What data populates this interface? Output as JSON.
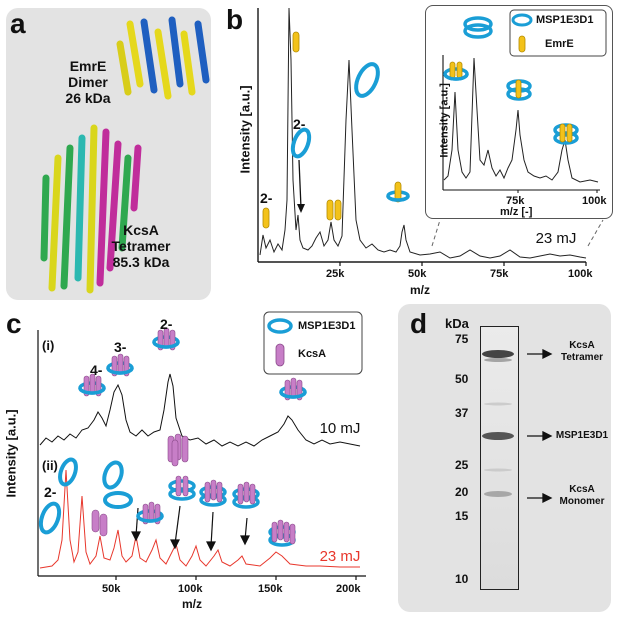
{
  "panel_labels": {
    "a": "a",
    "b": "b",
    "c": "c",
    "d": "d"
  },
  "panel_a": {
    "emre_name": "EmrE",
    "emre_sub": "Dimer",
    "emre_mass": "26 kDa",
    "kcsa_name": "KcsA",
    "kcsa_sub": "Tetramer",
    "kcsa_mass": "85.3 kDa"
  },
  "panel_b": {
    "ylabel": "Intensity [a.u.]",
    "xlabel": "m/z",
    "energy": "23 mJ",
    "ticks": [
      "25k",
      "50k",
      "75k",
      "100k"
    ],
    "peak_labels": [
      "2-",
      "2-"
    ],
    "inset": {
      "ylabel": "Intensity [a.u.]",
      "xlabel": "m/z [-]",
      "ticks": [
        "75k",
        "100k"
      ],
      "legend": [
        "MSP1E3D1",
        "EmrE"
      ]
    }
  },
  "panel_c": {
    "ylabel": "Intensity [a.u.]",
    "xlabel": "m/z",
    "ticks": [
      "50k",
      "100k",
      "150k",
      "200k"
    ],
    "trace_i": "(i)",
    "trace_ii": "(ii)",
    "energy_i": "10 mJ",
    "energy_ii": "23 mJ",
    "charge_labels": [
      "4-",
      "3-",
      "2-",
      "2-"
    ],
    "legend": [
      "MSP1E3D1",
      "KcsA"
    ]
  },
  "panel_d": {
    "unit": "kDa",
    "ladder": [
      "75",
      "50",
      "37",
      "25",
      "20",
      "15",
      "10"
    ],
    "bands": [
      "KcsA\nTetramer",
      "MSP1E3D1",
      "KcsA\nMonomer"
    ]
  },
  "colors": {
    "trace_i": "#111111",
    "trace_ii": "#e8372c",
    "msp": "#1a9ed6",
    "emre": "#f3c21a",
    "kcsa": "#c77ec7"
  }
}
